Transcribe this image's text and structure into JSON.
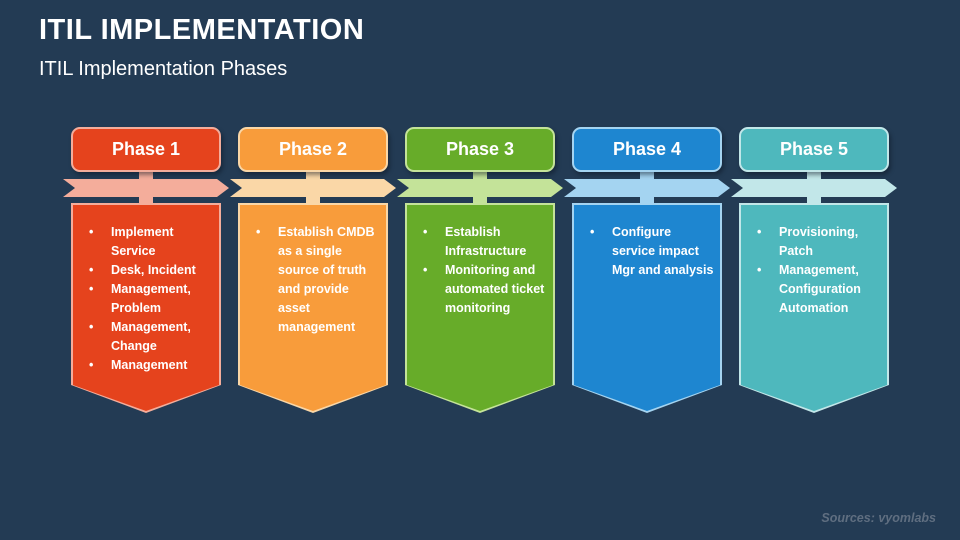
{
  "slide": {
    "title": "ITIL IMPLEMENTATION",
    "subtitle": "ITIL Implementation Phases",
    "source": "Sources: vyomlabs"
  },
  "colors": {
    "background": "#233B54",
    "text": "#FFFFFF",
    "source_text": "#5F6E80"
  },
  "phases": [
    {
      "label": "Phase 1",
      "color": "#E5431D",
      "tint": "#F4AD9B",
      "bullets": [
        "Implement Service",
        "Desk, Incident",
        "Management, Problem",
        "Management, Change",
        "Management"
      ]
    },
    {
      "label": "Phase 2",
      "color": "#F89C3B",
      "tint": "#FAD7A7",
      "bullets": [
        "Establish CMDB as a single source of truth and provide asset management"
      ]
    },
    {
      "label": "Phase 3",
      "color": "#67AC29",
      "tint": "#C4E399",
      "bullets": [
        "Establish Infrastructure",
        "Monitoring and automated ticket monitoring"
      ]
    },
    {
      "label": "Phase 4",
      "color": "#1E86D0",
      "tint": "#A4D4F1",
      "bullets": [
        "Configure service impact Mgr and analysis"
      ]
    },
    {
      "label": "Phase 5",
      "color": "#4EB8BD",
      "tint": "#C2E7E9",
      "bullets": [
        "Provisioning, Patch",
        "Management, Configuration Automation"
      ]
    }
  ]
}
